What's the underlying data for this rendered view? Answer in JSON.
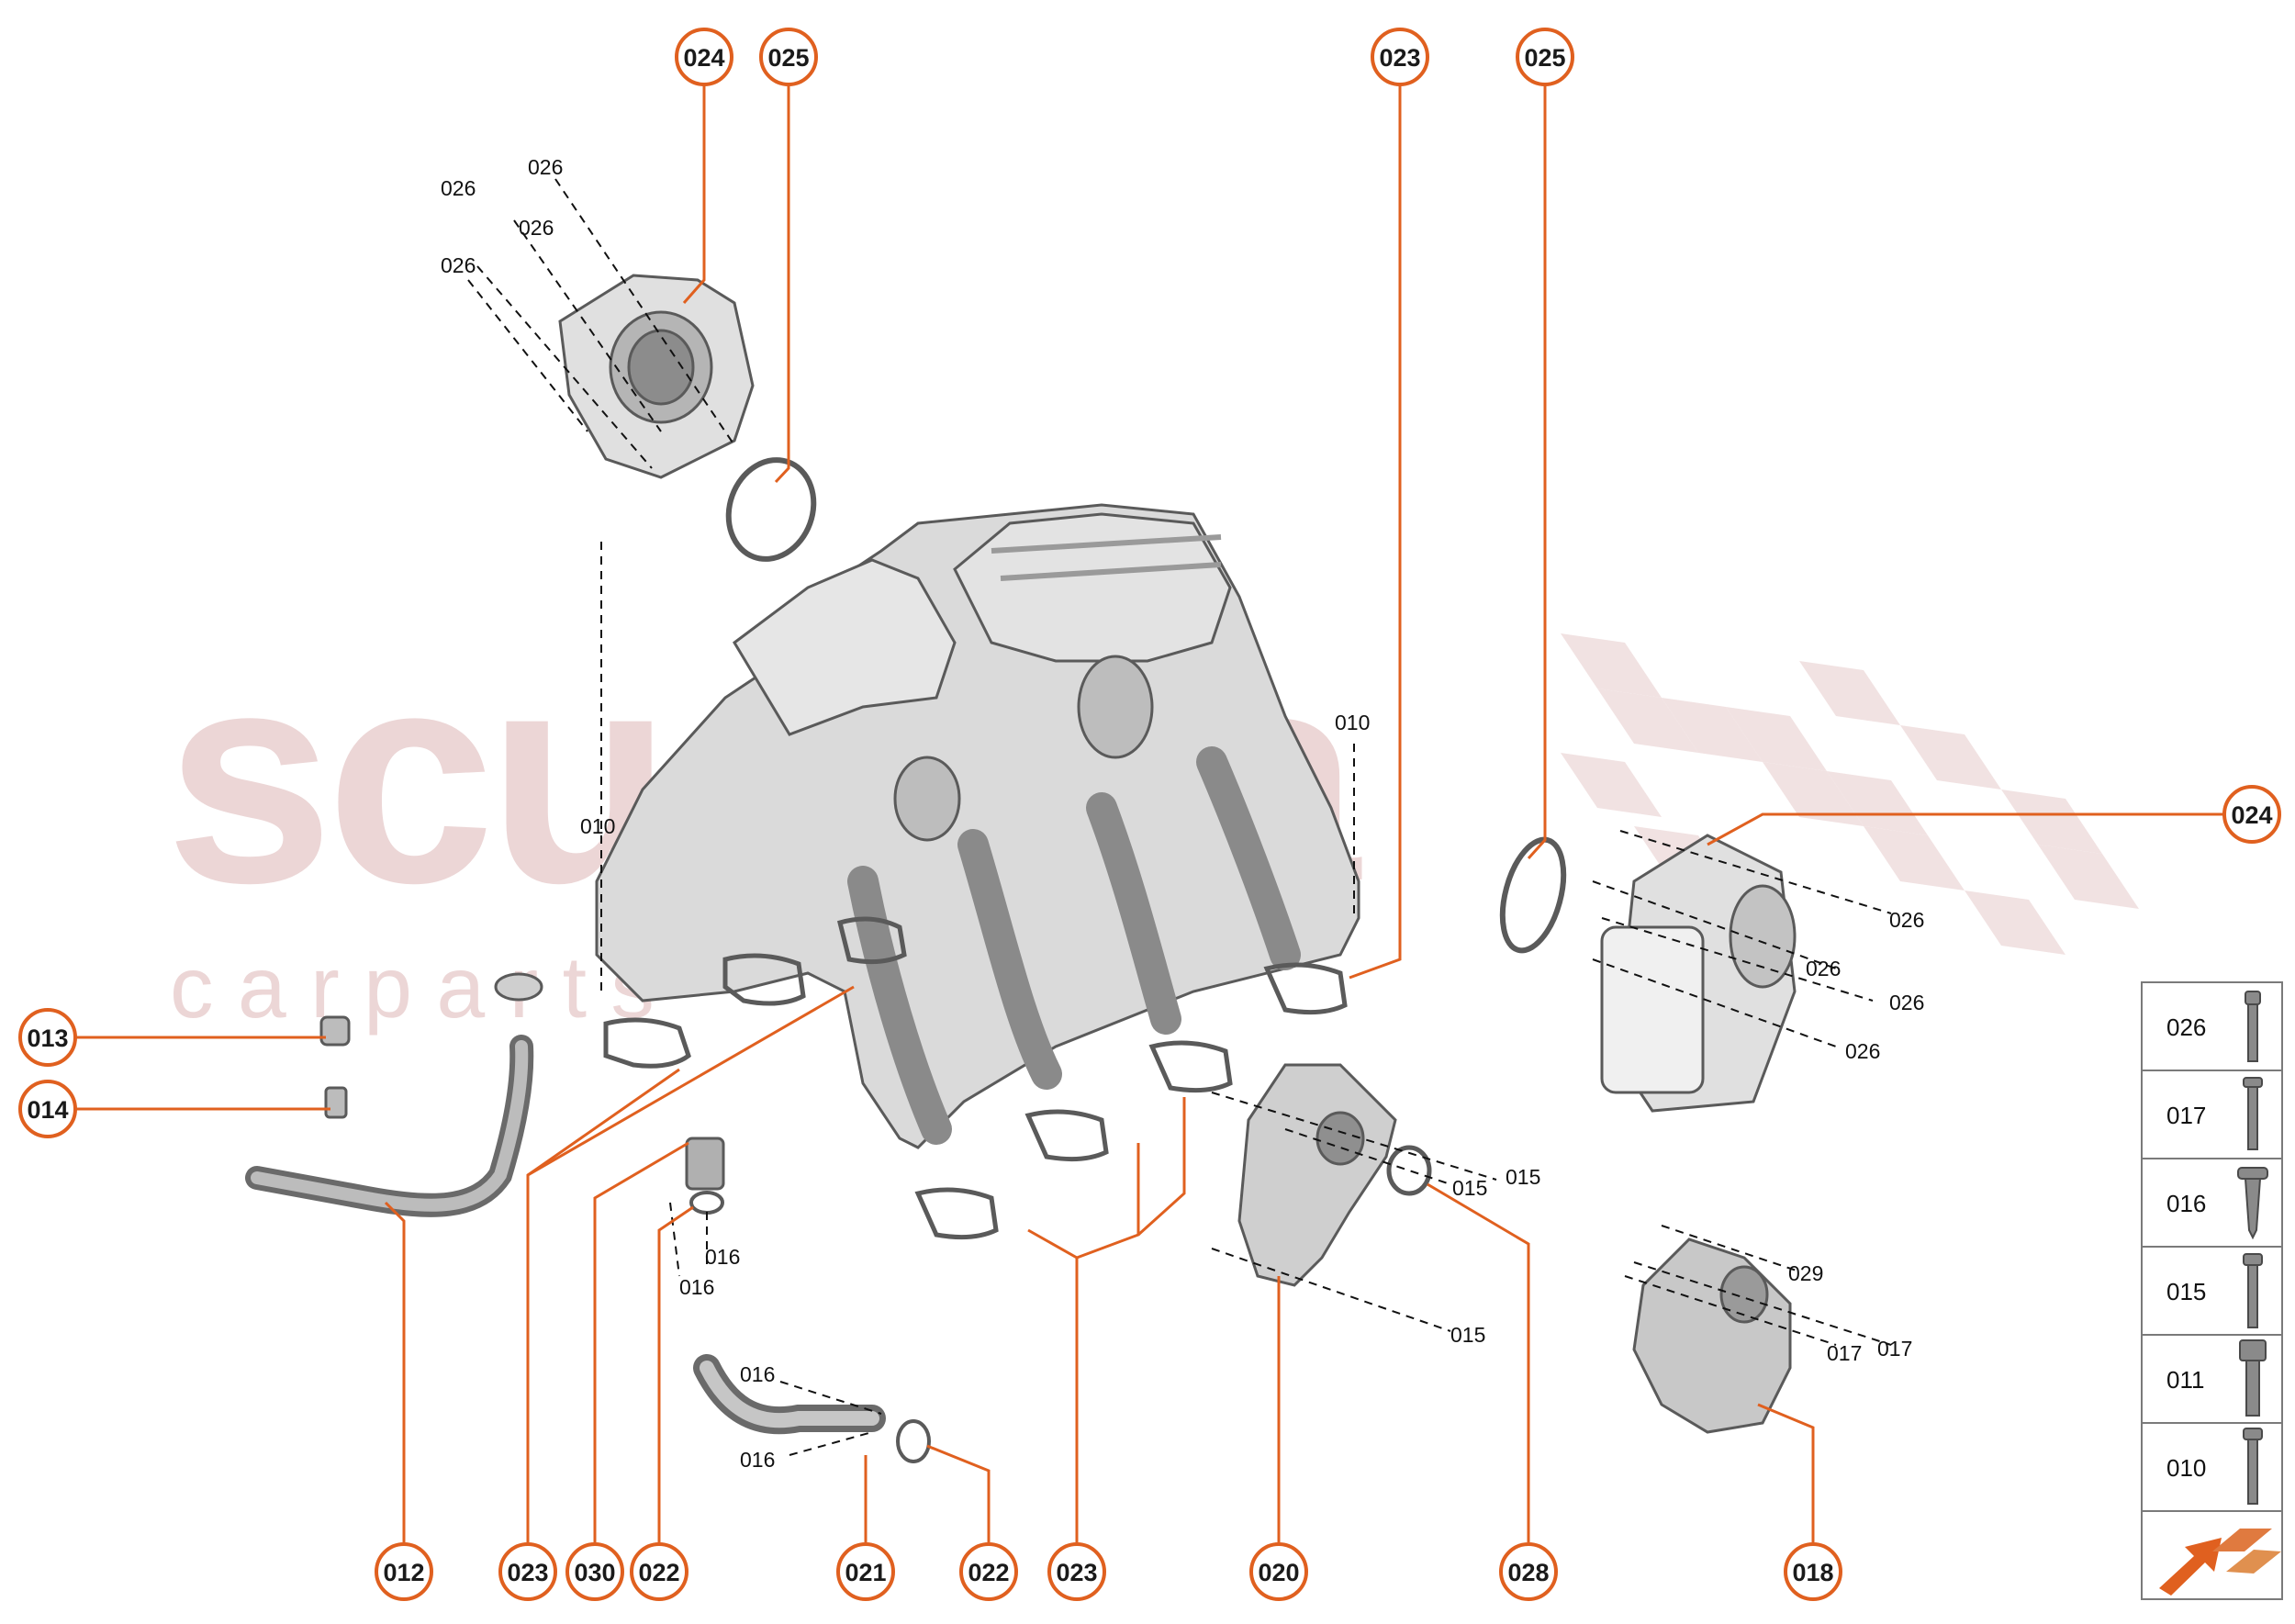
{
  "watermark": {
    "brand": "scuderia",
    "tagline": "c a r p a r t s"
  },
  "colors": {
    "accent": "#e0601f",
    "part_fill": "#d9d9d9",
    "part_stroke": "#5a5a5a",
    "watermark": "#ecd6d6"
  },
  "callouts": {
    "c024_top": "024",
    "c025_top": "025",
    "c023_top": "023",
    "c025_right": "025",
    "c024_right": "024",
    "c013": "013",
    "c014": "014",
    "c012": "012",
    "c023_bottom_a": "023",
    "c030": "030",
    "c022_a": "022",
    "c021": "021",
    "c022_b": "022",
    "c023_bottom_b": "023",
    "c020": "020",
    "c028": "028",
    "c018": "018"
  },
  "labels": {
    "l026_a": "026",
    "l026_b": "026",
    "l026_c": "026",
    "l026_d": "026",
    "l010_left": "010",
    "l010_right": "010",
    "l026_r1": "026",
    "l026_r2": "026",
    "l026_r3": "026",
    "l026_r4": "026",
    "l015_a": "015",
    "l015_b": "015",
    "l015_c": "015",
    "l016_a": "016",
    "l016_b": "016",
    "l016_c": "016",
    "l016_d": "016",
    "l029": "029",
    "l017_a": "017",
    "l017_b": "017"
  },
  "fastener_table": {
    "rows": [
      "026",
      "017",
      "016",
      "015",
      "011",
      "010"
    ],
    "arrow_icon": "orientation-arrow-icon"
  }
}
